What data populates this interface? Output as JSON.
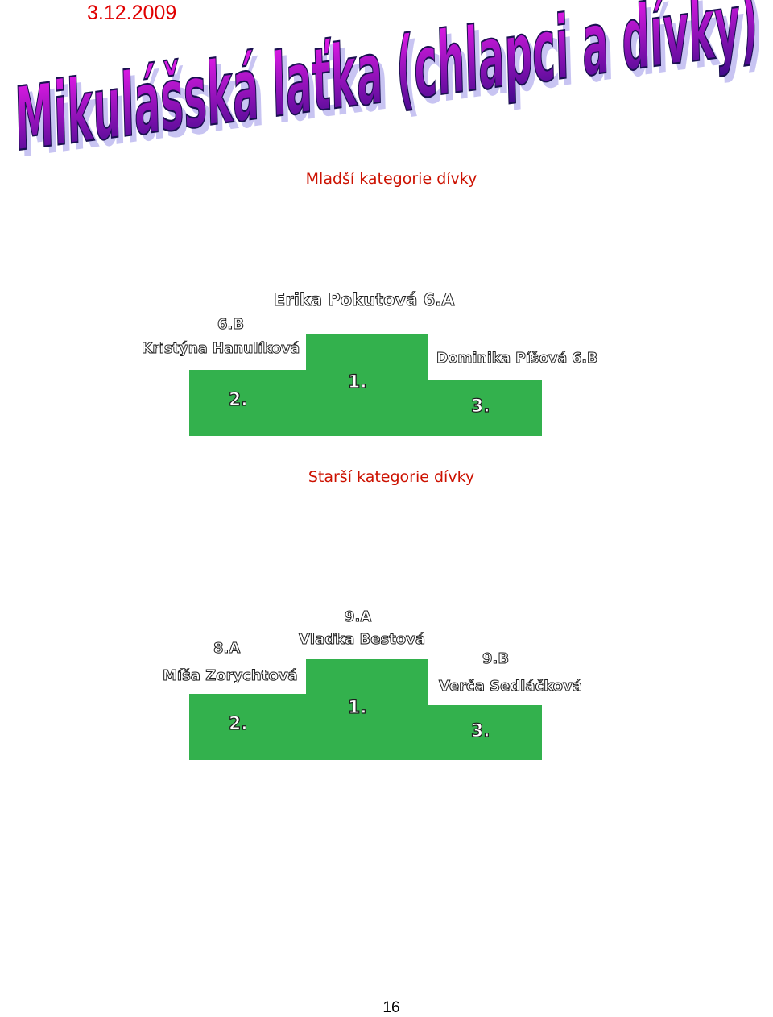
{
  "date": "3.12.2009",
  "title": "Mikulášská laťka (chlapci a dívky)",
  "colors": {
    "title_gradient_start": "#3d0a88",
    "title_gradient_end": "#f21cf0",
    "title_shadow": "#c8c4f2",
    "podium": "#33b14d",
    "heading": "#cc1100",
    "date": "#e00000"
  },
  "sections": [
    {
      "heading": "Mladší kategorie dívky",
      "podium": {
        "first_place": "1.",
        "second_place": "2.",
        "third_place": "3.",
        "first": {
          "name": "Erika Pokutová 6.A"
        },
        "second": {
          "class": "6.B",
          "name": "Kristýna Hanulíková"
        },
        "third": {
          "name": "Dominika Píšová 6.B"
        }
      }
    },
    {
      "heading": "Starší kategorie dívky",
      "podium": {
        "first_place": "1.",
        "second_place": "2.",
        "third_place": "3.",
        "first": {
          "class": "9.A",
          "name": "Vlaďka Bestová"
        },
        "second": {
          "class": "8.A",
          "name": "Míša Zorychtová"
        },
        "third": {
          "class": "9.B",
          "name": "Verča Sedláčková"
        }
      }
    }
  ],
  "page_number": "16"
}
